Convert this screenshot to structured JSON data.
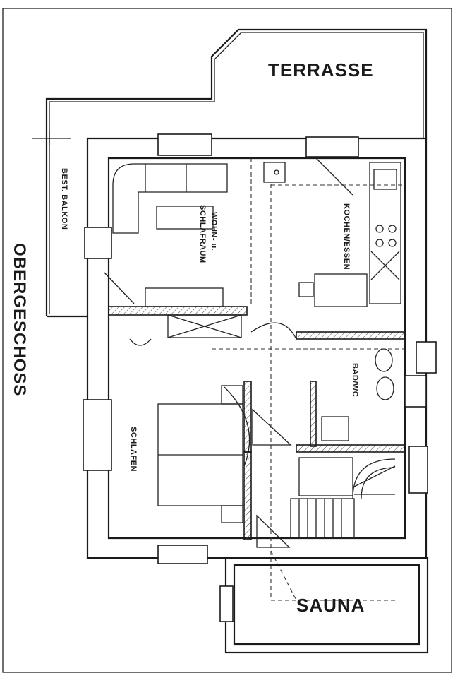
{
  "title": "OBERGESCHOSS",
  "rooms": {
    "terrasse": "TERRASSE",
    "balkon": "BEST. BALKON",
    "wohn": "WOHN- u.",
    "schlafraum": "SCHLAFRAUM",
    "kochen": "KOCHEN/ESSEN",
    "bad": "BAD/WC",
    "schlafen": "SCHLAFEN",
    "sauna": "SAUNA"
  }
}
